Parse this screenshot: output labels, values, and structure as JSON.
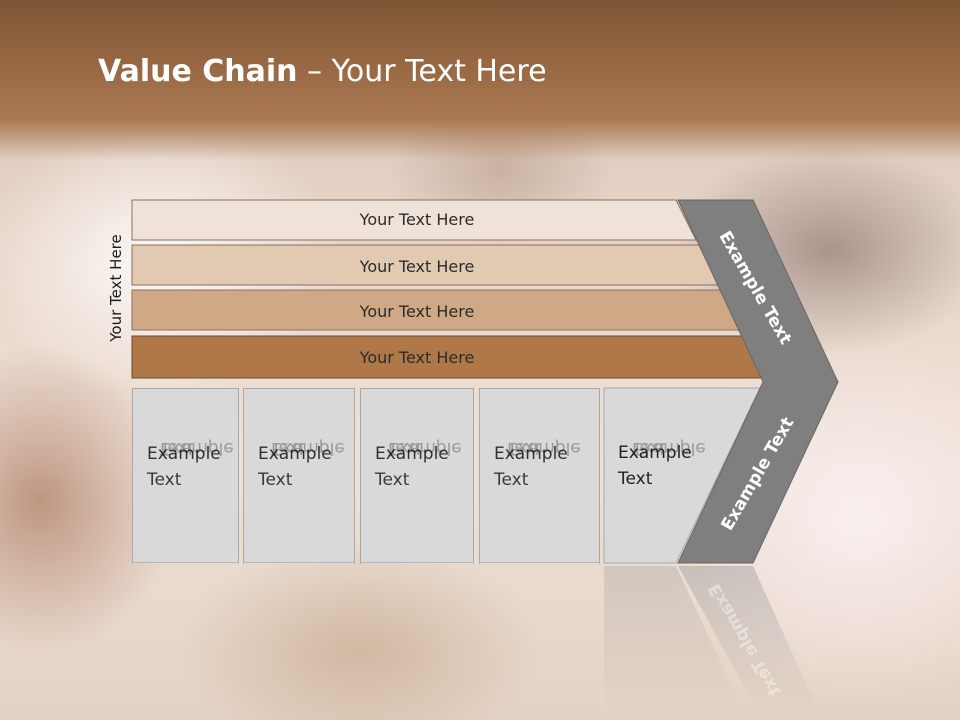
{
  "title": {
    "bold": "Value Chain",
    "rest": " – Your Text Here"
  },
  "side_label": "Your Text Here",
  "bars": [
    {
      "label": "Your Text Here",
      "color": "#efe3d9"
    },
    {
      "label": "Your Text Here",
      "color": "#e2c9b1"
    },
    {
      "label": "Your Text Here",
      "color": "#cfa886"
    },
    {
      "label": "Your Text Here",
      "color": "#b07848"
    }
  ],
  "chevron": {
    "upper_label": "Example Text",
    "lower_label": "Example Text",
    "color": "#7f7f7f"
  },
  "boxes": [
    {
      "line1": "Example",
      "line2": "Text"
    },
    {
      "line1": "Example",
      "line2": "Text"
    },
    {
      "line1": "Example",
      "line2": "Text"
    },
    {
      "line1": "Example",
      "line2": "Text"
    },
    {
      "line1": "Example",
      "line2": "Text"
    }
  ]
}
